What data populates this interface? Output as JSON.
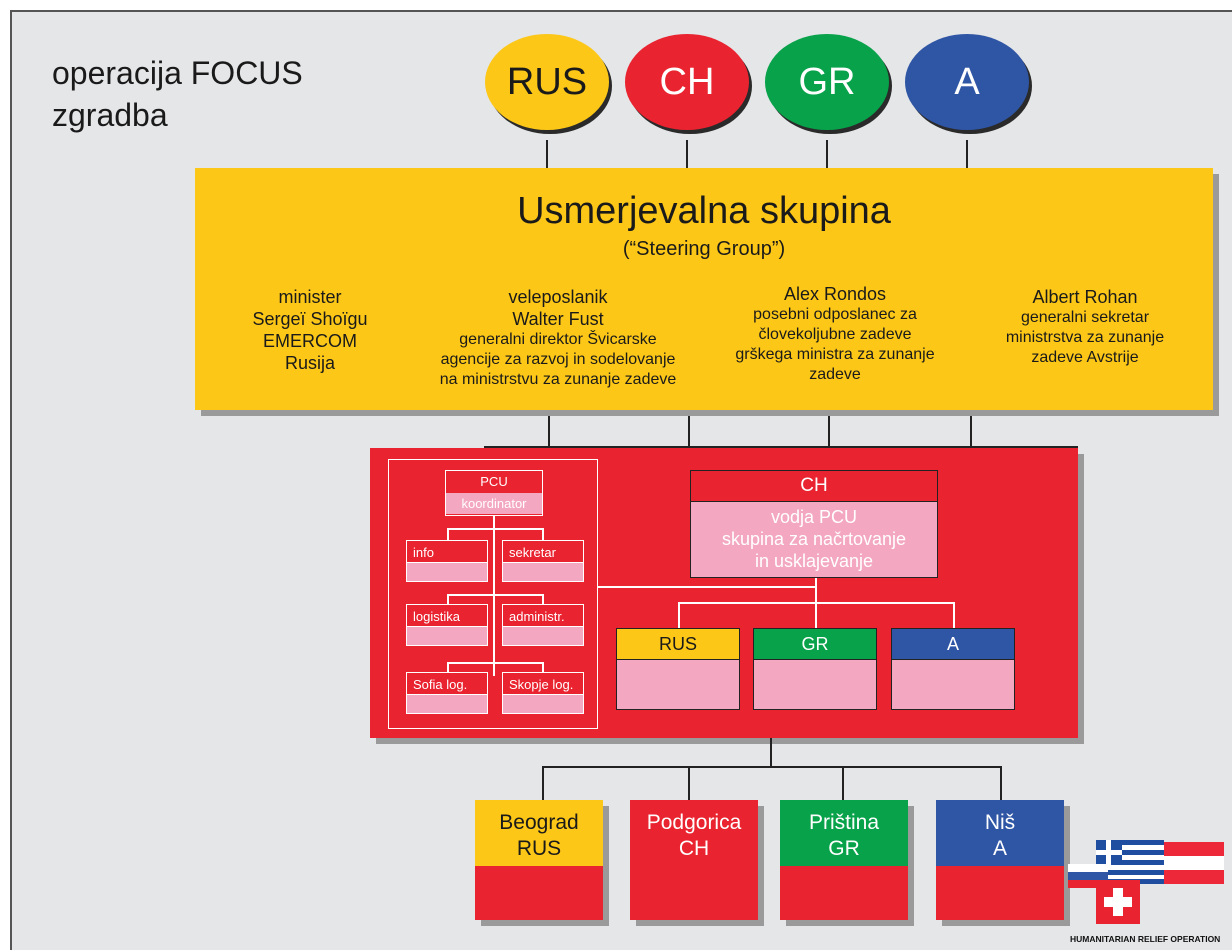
{
  "title": {
    "line1": "operacija FOCUS",
    "line2": "zgradba"
  },
  "countries": [
    {
      "label": "RUS",
      "color": "#fcc717",
      "textColor": "#1a1a1a"
    },
    {
      "label": "CH",
      "color": "#e9232f",
      "textColor": "#ffffff"
    },
    {
      "label": "GR",
      "color": "#08a24a",
      "textColor": "#ffffff"
    },
    {
      "label": "A",
      "color": "#2f55a5",
      "textColor": "#ffffff"
    }
  ],
  "steering": {
    "title": "Usmerjevalna skupina",
    "subtitle": "(“Steering Group”)",
    "members": [
      {
        "name": "minister\nSergeï Shoïgu\nEMERCOM\nRusija",
        "desc": ""
      },
      {
        "name": "veleposlanik\nWalter Fust",
        "desc": "generalni direktor Švicarske\nagencije za razvoj in sodelovanje\nna ministrstvu za zunanje zadeve"
      },
      {
        "name": "Alex Rondos",
        "desc": "posebni odposlanec za\nčlovekoljubne zadeve\ngrškega ministra za zunanje\nzadeve"
      },
      {
        "name": "Albert Rohan",
        "desc": "generalni sekretar\nministrstva za zunanje\nzadeve Avstrije"
      }
    ]
  },
  "pcu": {
    "title": "PCU",
    "role": "koordinator",
    "units": [
      "info",
      "sekretar",
      "logistika",
      "administr.",
      "Sofia log.",
      "Skopje log."
    ]
  },
  "ch_unit": {
    "title": "CH",
    "body": "vodja PCU\nskupina za načrtovanje\nin usklajevanje"
  },
  "country_units": [
    {
      "label": "RUS",
      "color": "#fcc717",
      "textColor": "#1a1a1a"
    },
    {
      "label": "GR",
      "color": "#08a24a",
      "textColor": "#ffffff"
    },
    {
      "label": "A",
      "color": "#2f55a5",
      "textColor": "#ffffff"
    }
  ],
  "bases": [
    {
      "label": "Beograd\nRUS",
      "color": "#fcc717",
      "textColor": "#1a1a1a"
    },
    {
      "label": "Podgorica\nCH",
      "color": "#e9232f",
      "textColor": "#ffffff"
    },
    {
      "label": "Priština\nGR",
      "color": "#08a24a",
      "textColor": "#ffffff"
    },
    {
      "label": "Niš\nA",
      "color": "#2f55a5",
      "textColor": "#ffffff"
    }
  ],
  "footer": "HUMANITARIAN RELIEF OPERATION"
}
